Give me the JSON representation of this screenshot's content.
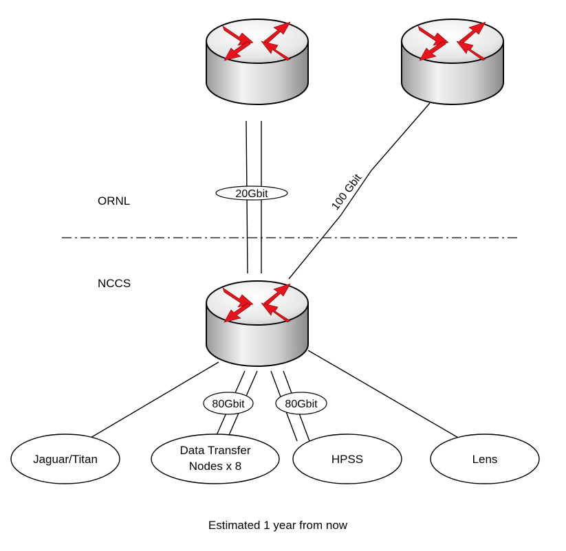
{
  "zones": {
    "upper": "ORNL",
    "lower": "NCCS"
  },
  "links": {
    "uplink_left": "20Gbit",
    "uplink_right": "100 Gbit",
    "dtn_link": "80Gbit",
    "hpss_link": "80Gbit"
  },
  "nodes": {
    "jaguar": "Jaguar/Titan",
    "dtn_line1": "Data Transfer",
    "dtn_line2": "Nodes x 8",
    "hpss": "HPSS",
    "lens": "Lens"
  },
  "caption": "Estimated 1 year from now",
  "colors": {
    "arrow_red": "#e8141b",
    "router_body": "#c8c8c8",
    "router_top": "#efefef"
  }
}
